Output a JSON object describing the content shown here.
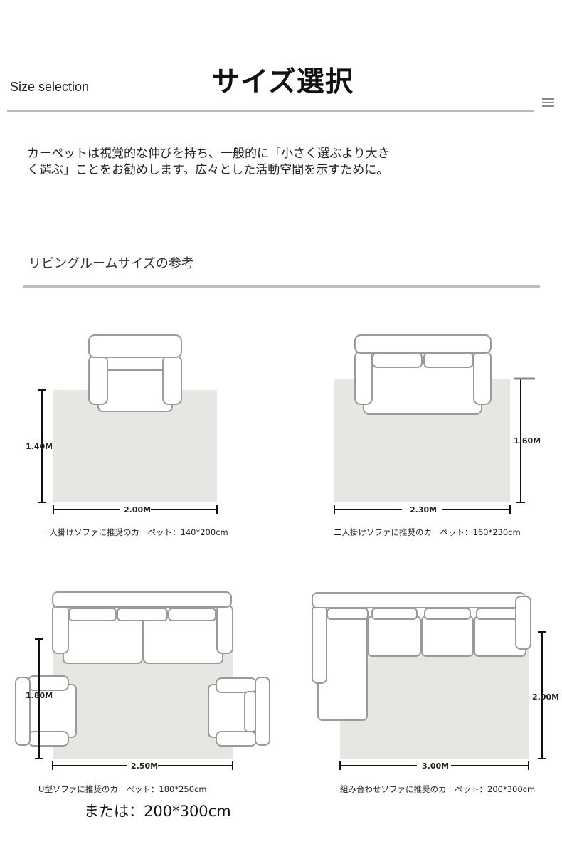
{
  "header": {
    "en_title": "Size selection",
    "jp_title": "サイズ選択",
    "menu_icon": "menu-icon"
  },
  "intro": {
    "line1": "カーペットは視覚的な伸びを持ち、一般的に「小さく選ぶより大き",
    "line2": "く選ぶ」ことをお勧めします。広々とした活動空間を示すために。"
  },
  "section": {
    "title": "リビングルームサイズの参考"
  },
  "diagrams": [
    {
      "width_label": "2.00M",
      "height_label": "1.40M",
      "caption": "一人掛けソファに推奨のカーペット：140*200cm"
    },
    {
      "width_label": "2.30M",
      "height_label": "1.60M",
      "caption": "二人掛けソファに推奨のカーペット：160*230cm"
    },
    {
      "width_label": "2.50M",
      "height_label": "1.80M",
      "caption": "U型ソファに推奨のカーペット：180*250cm"
    },
    {
      "width_label": "3.00M",
      "height_label": "2.00M",
      "caption": "組み合わせソファに推奨のカーペット：200*300cm"
    }
  ],
  "footer": {
    "alternative": "または：200*300cm"
  },
  "colors": {
    "rug_fill": "#e6e7e3",
    "furniture_stroke": "#9a9a9a",
    "rule": "#b8b8b8"
  }
}
